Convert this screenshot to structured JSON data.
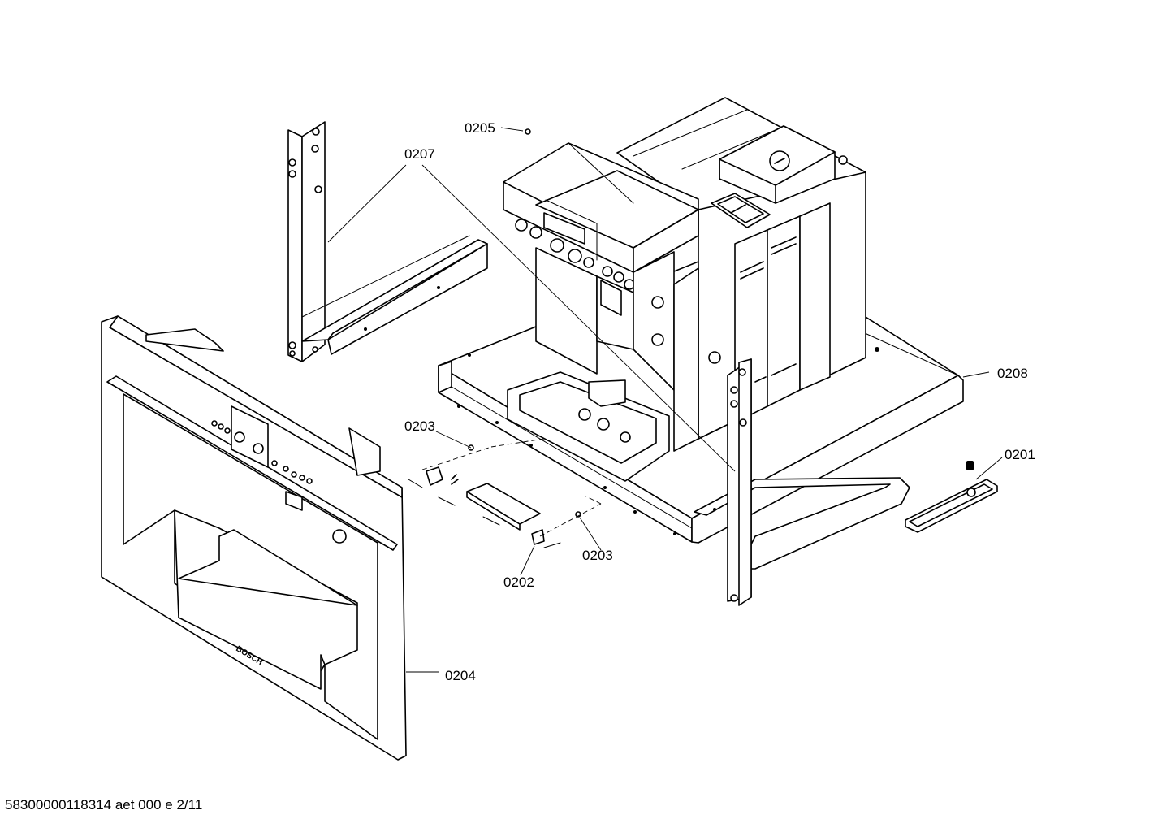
{
  "diagram": {
    "part_labels": {
      "p0205": "0205",
      "p0207": "0207",
      "p0208": "0208",
      "p0203a": "0203",
      "p0201": "0201",
      "p0203b": "0203",
      "p0202": "0202",
      "p0204": "0204"
    },
    "logo_text": "BOSCH"
  },
  "footer": {
    "drawing_id": "58300000118314 aet 000 e 2/11"
  }
}
